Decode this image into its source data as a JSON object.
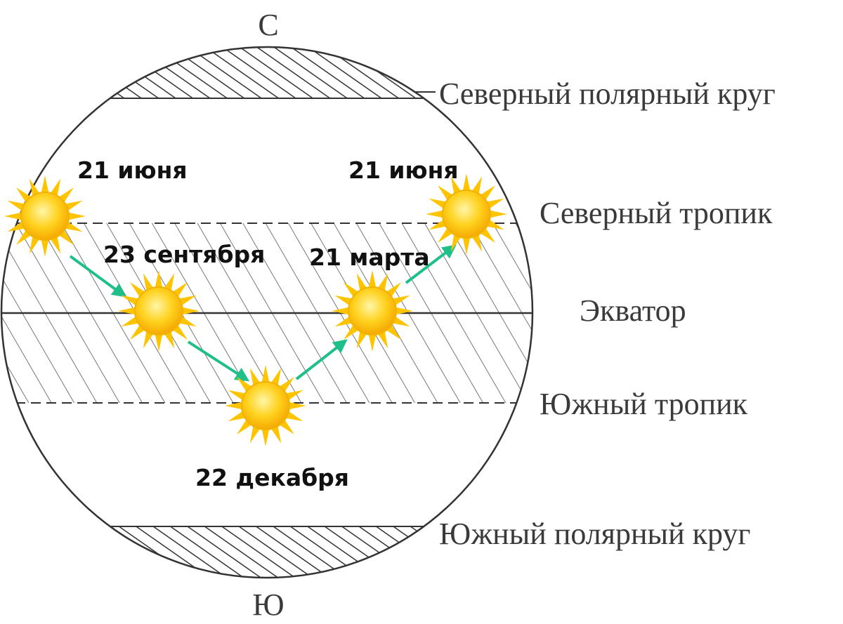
{
  "poles": {
    "north": "С",
    "south": "Ю"
  },
  "lines": {
    "arctic_circle": "Северный полярный круг",
    "tropic_cancer": "Северный тропик",
    "equator": "Экватор",
    "tropic_capricorn": "Южный тропик",
    "antarctic_circle": "Южный полярный круг"
  },
  "dates": {
    "june_left": "21 июня",
    "september": "23 сентября",
    "december": "22 декабря",
    "march": "21 марта",
    "june_right": "21 июня"
  },
  "colors": {
    "line": "#333333",
    "arrow": "#1fbf8a",
    "sun_core": "#ffd21f",
    "sun_rays": "#ffc400"
  },
  "icons": {
    "sun": "sun-icon",
    "arrow": "arrow-right-icon"
  }
}
